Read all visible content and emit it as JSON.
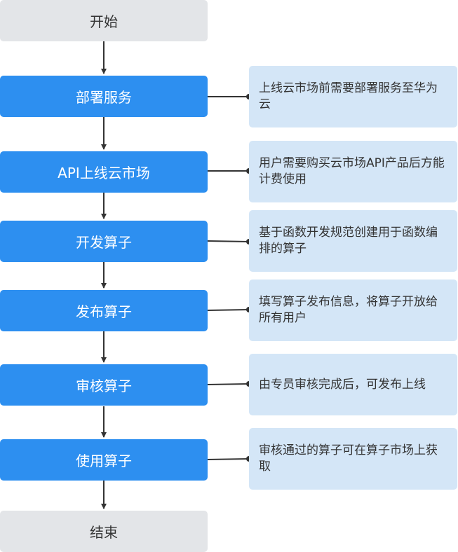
{
  "colors": {
    "action_box": "#2d8ff0",
    "terminal_box": "#e3e5e8",
    "note_box": "#d4e6f7",
    "connector": "#333333"
  },
  "start": {
    "label": "开始"
  },
  "end": {
    "label": "结束"
  },
  "steps": [
    {
      "label": "部署服务",
      "note": "上线云市场前需要部署服务至华为云"
    },
    {
      "label": "API上线云市场",
      "note": "用户需要购买云市场API产品后方能计费使用"
    },
    {
      "label": "开发算子",
      "note": "基于函数开发规范创建用于函数编排的算子"
    },
    {
      "label": "发布算子",
      "note": "填写算子发布信息，将算子开放给所有用户"
    },
    {
      "label": "审核算子",
      "note": "由专员审核完成后，可发布上线"
    },
    {
      "label": "使用算子",
      "note": "审核通过的算子可在算子市场上获取"
    }
  ]
}
